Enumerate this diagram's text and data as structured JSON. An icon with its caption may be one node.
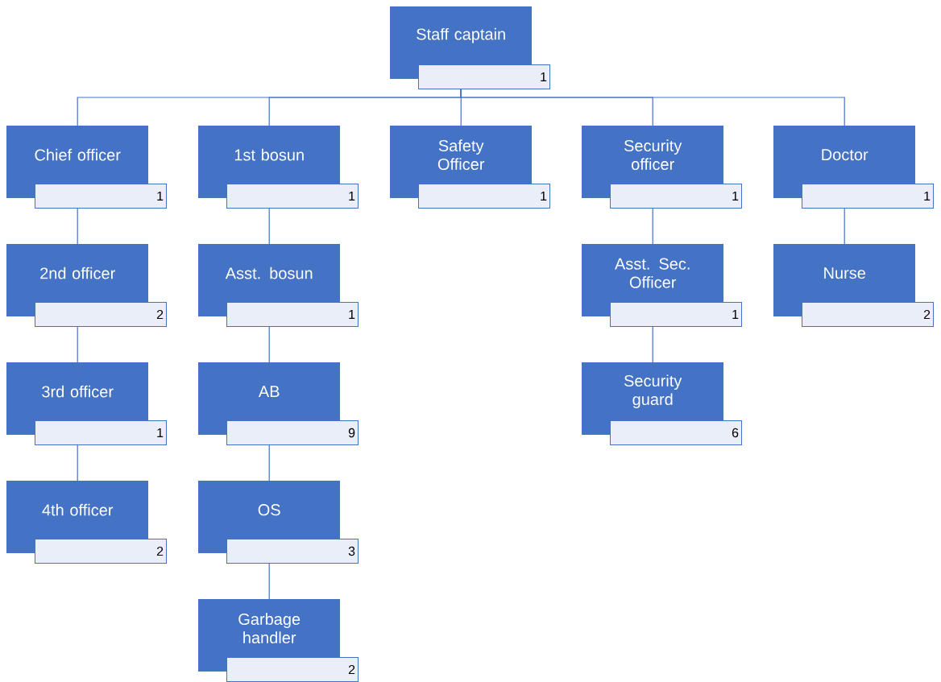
{
  "diagram": {
    "nodes": [
      {
        "text": [
          "Staff captain",
          "1"
        ]
      },
      {
        "text": [
          "Chief officer",
          "1"
        ]
      },
      {
        "text": [
          "1st bosun",
          "1"
        ]
      },
      {
        "text": [
          "Safety Officer",
          "1"
        ]
      },
      {
        "text": [
          "Security officer",
          "1"
        ]
      },
      {
        "text": [
          "Doctor",
          "1"
        ]
      },
      {
        "text": [
          "2nd officer",
          "2"
        ]
      },
      {
        "text": [
          "Asst. bosun",
          "1"
        ]
      },
      {
        "text": [
          "Asst. Sec. Officer",
          "1"
        ]
      },
      {
        "text": [
          "Nurse",
          "2"
        ]
      },
      {
        "text": [
          "3rd officer",
          "1"
        ]
      },
      {
        "text": [
          "AB",
          "9"
        ]
      },
      {
        "text": [
          "Security guard",
          "6"
        ]
      },
      {
        "text": [
          "4th officer",
          "2"
        ]
      },
      {
        "text": [
          "OS",
          "3"
        ]
      },
      {
        "text": [
          "Garbage handler",
          "2"
        ]
      }
    ],
    "edges": [
      {
        "from": 0,
        "to": 1,
        "arrow": "none"
      },
      {
        "from": 0,
        "to": 2,
        "arrow": "none"
      },
      {
        "from": 0,
        "to": 3,
        "arrow": "none"
      },
      {
        "from": 0,
        "to": 4,
        "arrow": "none"
      },
      {
        "from": 0,
        "to": 5,
        "arrow": "none"
      },
      {
        "from": 1,
        "to": 6,
        "arrow": "none"
      },
      {
        "from": 6,
        "to": 10,
        "arrow": "none"
      },
      {
        "from": 10,
        "to": 13,
        "arrow": "none"
      },
      {
        "from": 2,
        "to": 7,
        "arrow": "none"
      },
      {
        "from": 7,
        "to": 11,
        "arrow": "none"
      },
      {
        "from": 11,
        "to": 14,
        "arrow": "none"
      },
      {
        "from": 14,
        "to": 15,
        "arrow": "none"
      },
      {
        "from": 4,
        "to": 8,
        "arrow": "none"
      },
      {
        "from": 8,
        "to": 12,
        "arrow": "none"
      },
      {
        "from": 5,
        "to": 9,
        "arrow": "none"
      }
    ]
  }
}
